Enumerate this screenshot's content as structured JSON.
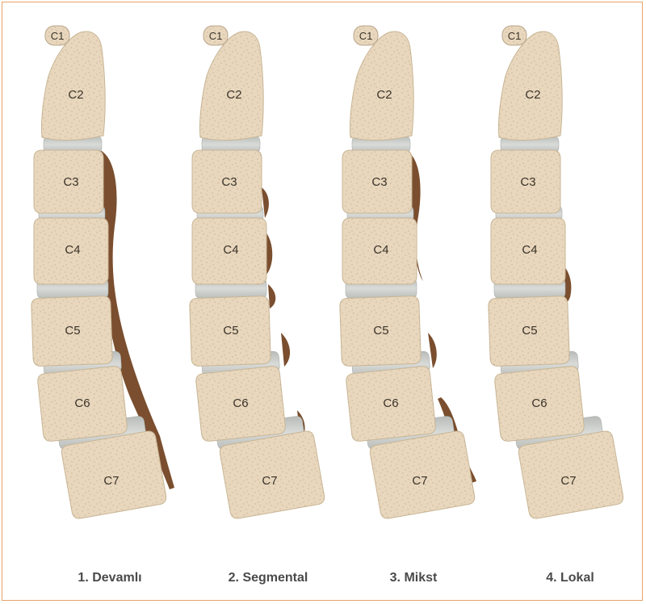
{
  "vertebra_labels": [
    "C1",
    "C2",
    "C3",
    "C4",
    "C5",
    "C6",
    "C7"
  ],
  "panels": [
    {
      "caption": "1. Devamlı",
      "ossification": "continuous"
    },
    {
      "caption": "2. Segmental",
      "ossification": "segmental"
    },
    {
      "caption": "3. Mikst",
      "ossification": "mixed"
    },
    {
      "caption": "4. Lokal",
      "ossification": "local"
    }
  ],
  "colors": {
    "frame_border": "#e6a36a",
    "bone": "#e8d7bd",
    "disc": "#c9ccc9",
    "ossification": "#7a4e2e"
  }
}
